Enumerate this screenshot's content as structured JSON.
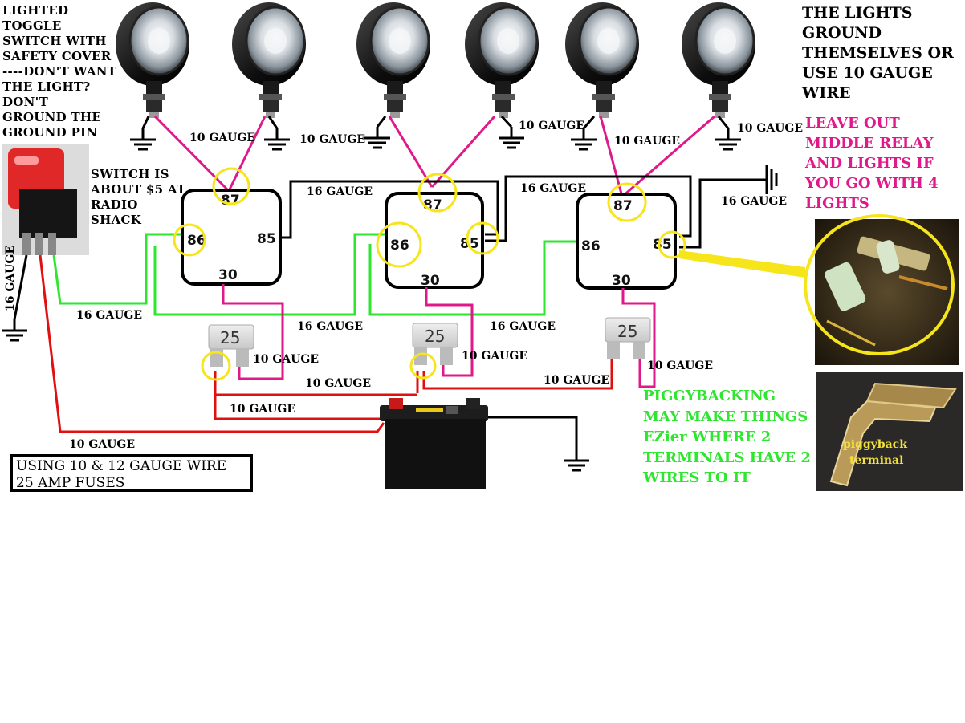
{
  "colors": {
    "power_wire": "#e01010",
    "light_wire": "#e0198a",
    "switch_wire": "#2ee62e",
    "ground_wire": "#000000",
    "highlight": "#f5e51a"
  },
  "annotations": {
    "switch_note": "LIGHTED\nTOGGLE\nSWITCH WITH\nSAFETY COVER\n----DON'T WANT\nTHE LIGHT?\nDON'T\nGROUND THE\nGROUND PIN",
    "switch_price": "SWITCH IS\nABOUT $5 AT\nRADIO\nSHACK",
    "lights_ground": "THE LIGHTS\nGROUND\nTHEMSELVES OR\nUSE 10 GAUGE\nWIRE",
    "middle_relay_note": "LEAVE OUT\nMIDDLE RELAY\nAND LIGHTS IF\nYOU GO WITH 4\nLIGHTS",
    "piggyback_note": "PIGGYBACKING\nMAY MAKE THINGS\nEZier WHERE 2\nTERMINALS HAVE 2\nWIRES TO IT",
    "caption": "USING 10 & 12 GAUGE WIRE\n25 AMP FUSES",
    "piggyback_photo_label": "piggyback\nterminal"
  },
  "wire_labels": {
    "g10_light1": "10 GAUGE",
    "g10_light2": "10 GAUGE",
    "g10_light3": "10 GAUGE",
    "g10_light4": "10 GAUGE",
    "g16_relay12": "16 GAUGE",
    "g16_relay23": "16 GAUGE",
    "g16_ground": "16 GAUGE",
    "g16_switch_vertical": "16 GAUGE",
    "g16_switch_out": "16 GAUGE",
    "g16_mid1": "16 GAUGE",
    "g16_mid2": "16 GAUGE",
    "g10_fuse1": "10 GAUGE",
    "g10_fuse2": "10 GAUGE",
    "g10_fuse3": "10 GAUGE",
    "g10_bus1": "10 GAUGE",
    "g10_bus2": "10 GAUGE",
    "g10_battery": "10 GAUGE",
    "g10_switch_power": "10 GAUGE"
  },
  "relays": [
    {
      "pin87": "87",
      "pin86": "86",
      "pin85": "85",
      "pin30": "30"
    },
    {
      "pin87": "87",
      "pin86": "86",
      "pin85": "85",
      "pin30": "30"
    },
    {
      "pin87": "87",
      "pin86": "86",
      "pin85": "85",
      "pin30": "30"
    }
  ],
  "fuses": [
    "25",
    "25",
    "25"
  ]
}
